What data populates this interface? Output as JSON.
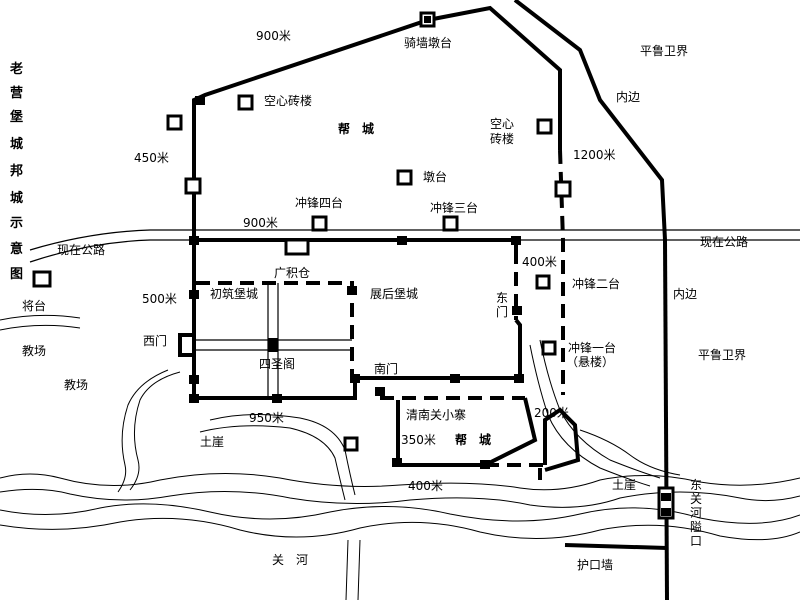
{
  "title_vertical": [
    "老",
    "营",
    "堡",
    "城",
    "邦",
    "城",
    "示",
    "意",
    "图"
  ],
  "labels": {
    "d900_top": "900米",
    "qiqiang": "骑墙墩台",
    "pinglu_top": "平鲁卫界",
    "neibian_top": "内边",
    "kongxin1": "空心砖楼",
    "bangcheng_top": "帮　城",
    "kongxin2_a": "空心",
    "kongxin2_b": "砖楼",
    "d450": "450米",
    "d1200": "1200米",
    "duntai": "墩台",
    "chong4": "冲锋四台",
    "chong3": "冲锋三台",
    "d900_mid": "900米",
    "road_left": "现在公路",
    "road_right": "现在公路",
    "guangji": "广积仓",
    "d400_r": "400米",
    "jiangtai": "将台",
    "chuzhu": "初筑堡城",
    "zhanhou": "展后堡城",
    "chong2": "冲锋二台",
    "neibian_mid": "内边",
    "d500": "500米",
    "dongmen_a": "东",
    "dongmen_b": "门",
    "ximen": "西门",
    "chong1": "冲锋一台",
    "xuanlou": "（悬楼）",
    "jiaochang1": "教场",
    "siwang": "四圣阁",
    "nanmen": "南门",
    "pinglu_mid": "平鲁卫界",
    "jiaochang2": "教场",
    "d950": "950米",
    "qingnan": "清南关小寨",
    "d200": "200米",
    "tuya1": "土崖",
    "d350": "350米",
    "bangcheng_bot": "帮　城",
    "d400_b": "400米",
    "tuya2": "土崖",
    "dongguan_a": "东",
    "dongguan_b": "关",
    "dongguan_c": "河",
    "dongguan_d": "隘",
    "dongguan_e": "口",
    "guanhe": "关　河",
    "hukou": "护口墙"
  }
}
